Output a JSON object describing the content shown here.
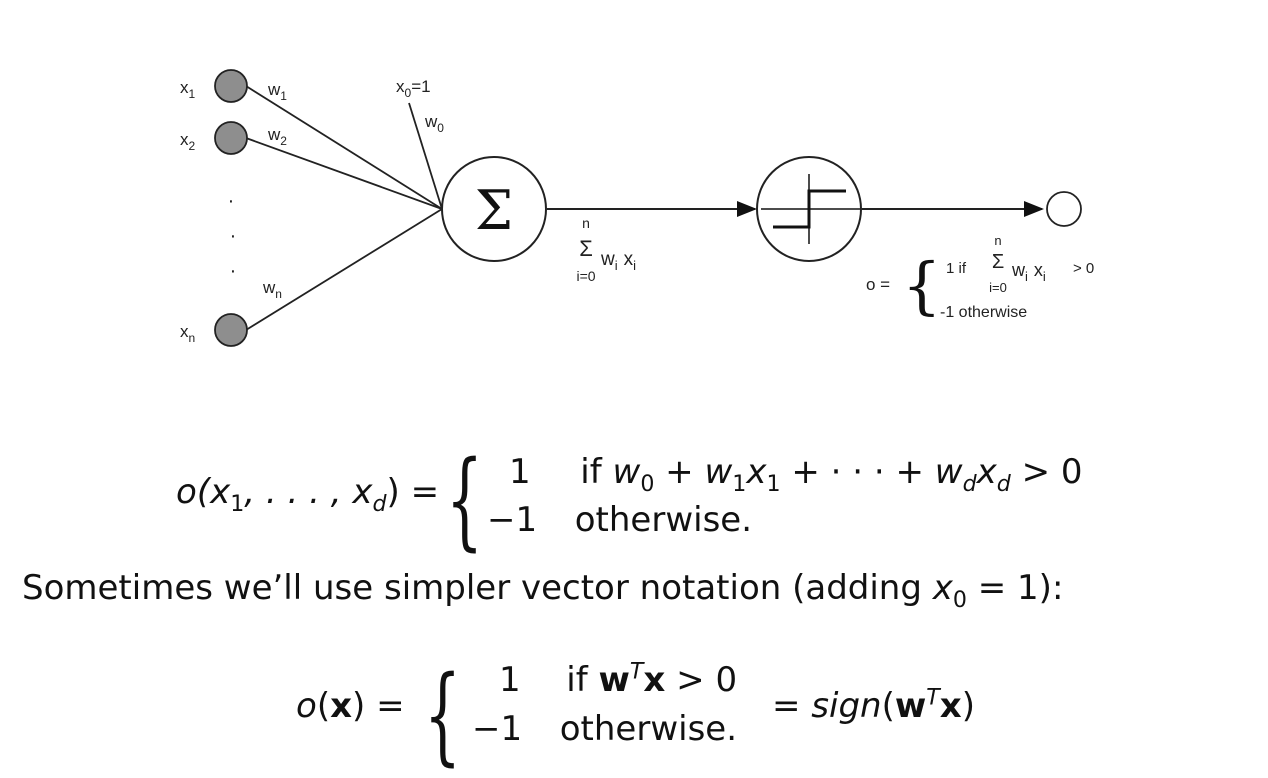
{
  "diagram": {
    "inputs": [
      "x",
      "x",
      "x"
    ],
    "input_subs": [
      "1",
      "2",
      "n"
    ],
    "weights": [
      "w",
      "w",
      "w"
    ],
    "weight_subs": [
      "1",
      "2",
      "n"
    ],
    "bias_label": "x",
    "bias_sub": "0",
    "bias_value": "=1",
    "bias_weight": "w",
    "bias_weight_sub": "0",
    "ellipsis": "·",
    "sum_symbol": "Σ",
    "sum_caption_top": "n",
    "sum_caption_sigma": "Σ",
    "sum_caption_terms": "w",
    "sum_caption_i": "i",
    "sum_caption_x": "x",
    "sum_caption_i2": "i",
    "sum_caption_bottom": "i=0",
    "output_lhs": "o =",
    "output_case1_prefix": "1  if",
    "output_case1_n": "n",
    "output_case1_sigma": "Σ",
    "output_case1_w": "w",
    "output_case1_x": "x",
    "output_case1_i": "i",
    "output_case1_suffix": "> 0",
    "output_case1_bottom": "i=0",
    "output_case2": "-1 otherwise"
  },
  "eq1": {
    "lhs_o": "o",
    "lhs_args": "(x",
    "lhs_sub1": "1",
    "lhs_mid": ", . . . , x",
    "lhs_subd": "d",
    "lhs_close": ") =",
    "case1_value": "1",
    "case1_if": "if",
    "case1_w0": "w",
    "case1_w0_sub": "0",
    "case1_plus1": " + ",
    "case1_w1": "w",
    "case1_w1_sub": "1",
    "case1_x1": "x",
    "case1_x1_sub": "1",
    "case1_dots": " + · · · + ",
    "case1_wd": "w",
    "case1_wd_sub": "d",
    "case1_xd": "x",
    "case1_xd_sub": "d",
    "case1_gt": " > 0",
    "case2_value": "−1",
    "case2_text": "otherwise."
  },
  "sentence": {
    "text": "Sometimes we’ll use simpler vector notation (adding ",
    "x": "x",
    "x_sub": "0",
    "tail": " = 1):"
  },
  "eq2": {
    "lhs": "o",
    "lhs_arg_open": "(",
    "lhs_arg": "x",
    "lhs_arg_close": ") =",
    "case1_value": "1",
    "case1_if": "if",
    "case1_w": "w",
    "case1_T": "T",
    "case1_x": "x",
    "case1_gt": " > 0",
    "case2_value": "−1",
    "case2_text": "otherwise.",
    "rhs_eq": "= ",
    "rhs_sign": "sign",
    "rhs_open": "(",
    "rhs_w": "w",
    "rhs_T": "T",
    "rhs_x": "x",
    "rhs_close": ")"
  }
}
